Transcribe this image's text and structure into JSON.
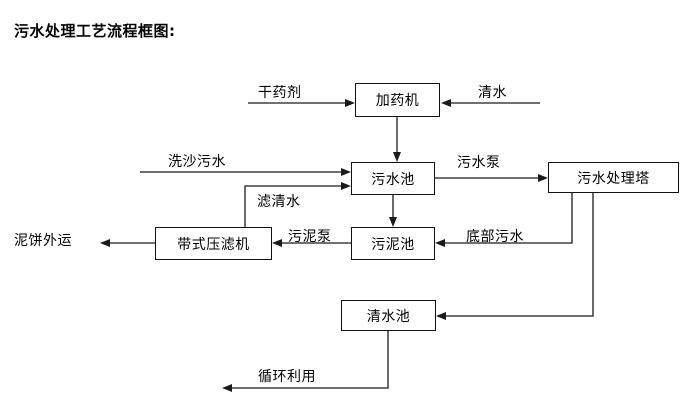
{
  "title": "污水处理工艺流程框图:",
  "diagram": {
    "nodes": [
      {
        "id": "dosing",
        "label": "加药机"
      },
      {
        "id": "sewage",
        "label": "污水池"
      },
      {
        "id": "tower",
        "label": "污水处理塔"
      },
      {
        "id": "sludge",
        "label": "污泥池"
      },
      {
        "id": "press",
        "label": "带式压滤机"
      },
      {
        "id": "clean",
        "label": "清水池"
      }
    ],
    "terminals": [
      {
        "id": "dry-agent",
        "label": "干药剂"
      },
      {
        "id": "clear-water",
        "label": "清水"
      },
      {
        "id": "sand-sewage",
        "label": "洗沙污水"
      },
      {
        "id": "mud-cake-out",
        "label": "泥饼外运"
      },
      {
        "id": "recycle",
        "label": "循环利用"
      }
    ],
    "edge_labels": [
      {
        "id": "filtrate",
        "label": "滤清水"
      },
      {
        "id": "sewage-pump",
        "label": "污水泵"
      },
      {
        "id": "sludge-pump",
        "label": "污泥泵"
      },
      {
        "id": "bottom-sewage",
        "label": "底部污水"
      }
    ],
    "colors": {
      "line": "#1a1a1a",
      "box_border": "#111111",
      "background": "#ffffff",
      "text": "#000000"
    }
  }
}
